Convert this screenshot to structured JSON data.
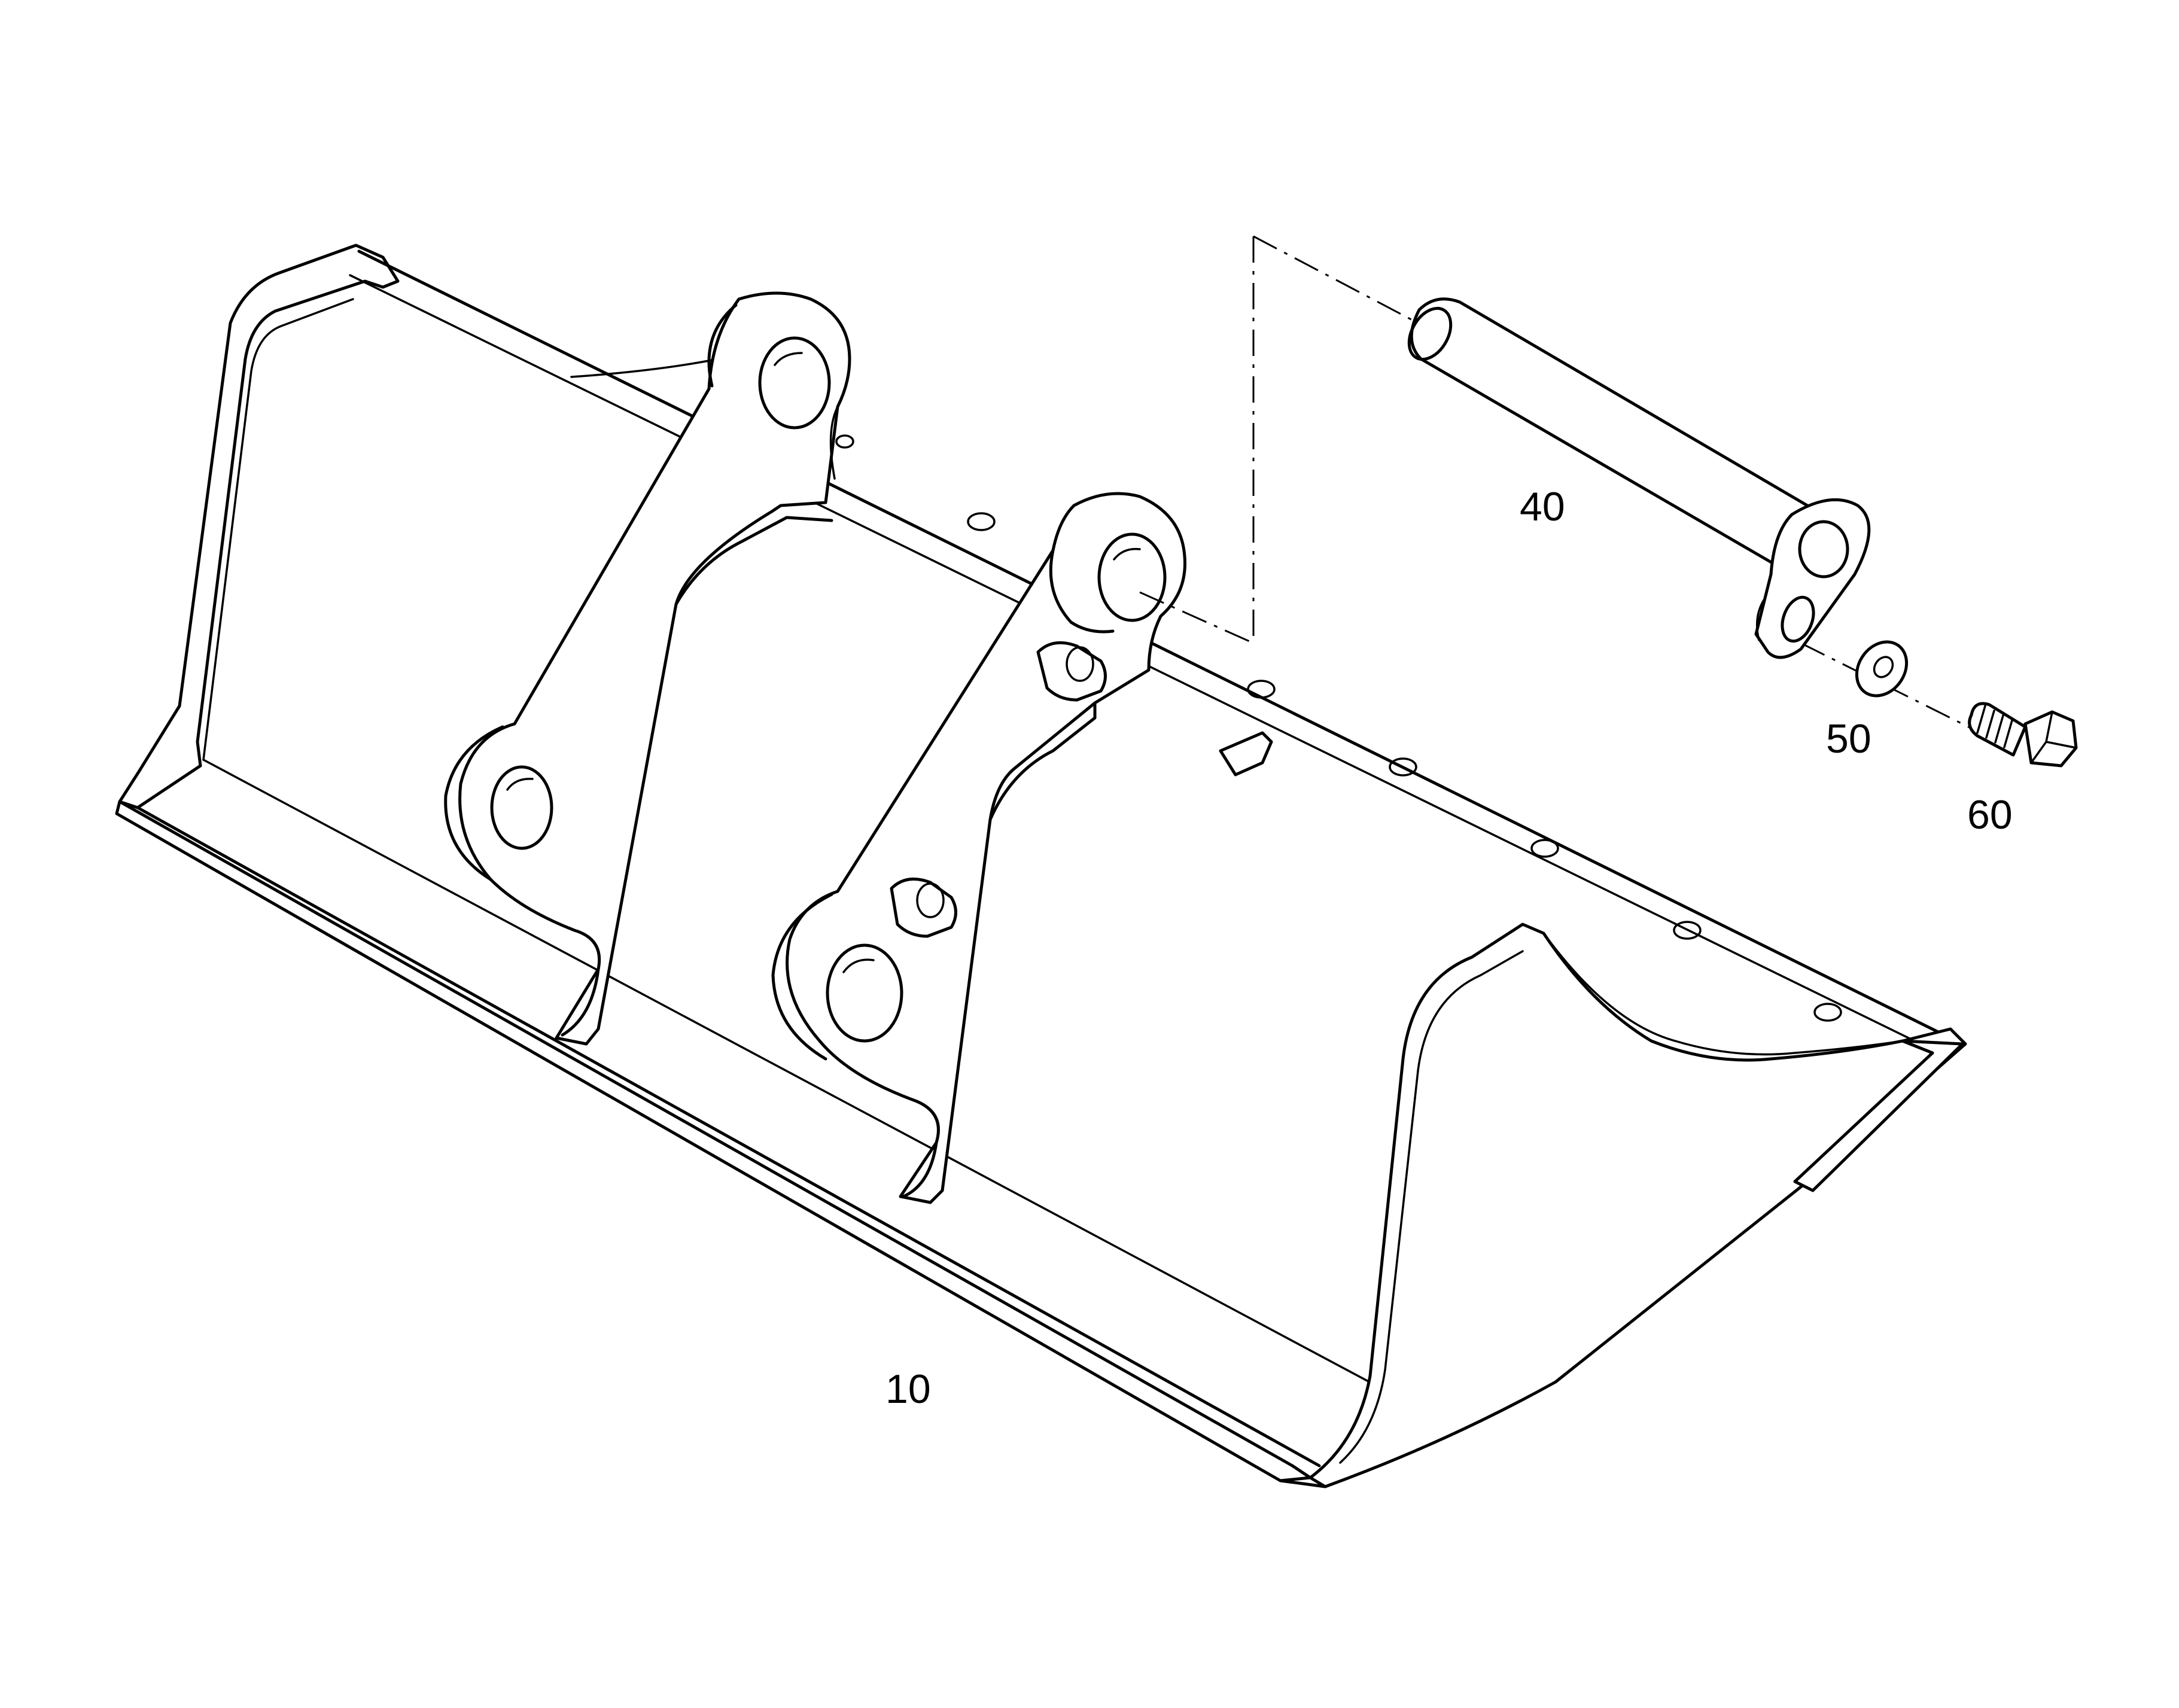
{
  "callouts": [
    {
      "id": "10",
      "label": "10"
    },
    {
      "id": "40",
      "label": "40"
    },
    {
      "id": "50",
      "label": "50"
    },
    {
      "id": "60",
      "label": "60"
    }
  ]
}
